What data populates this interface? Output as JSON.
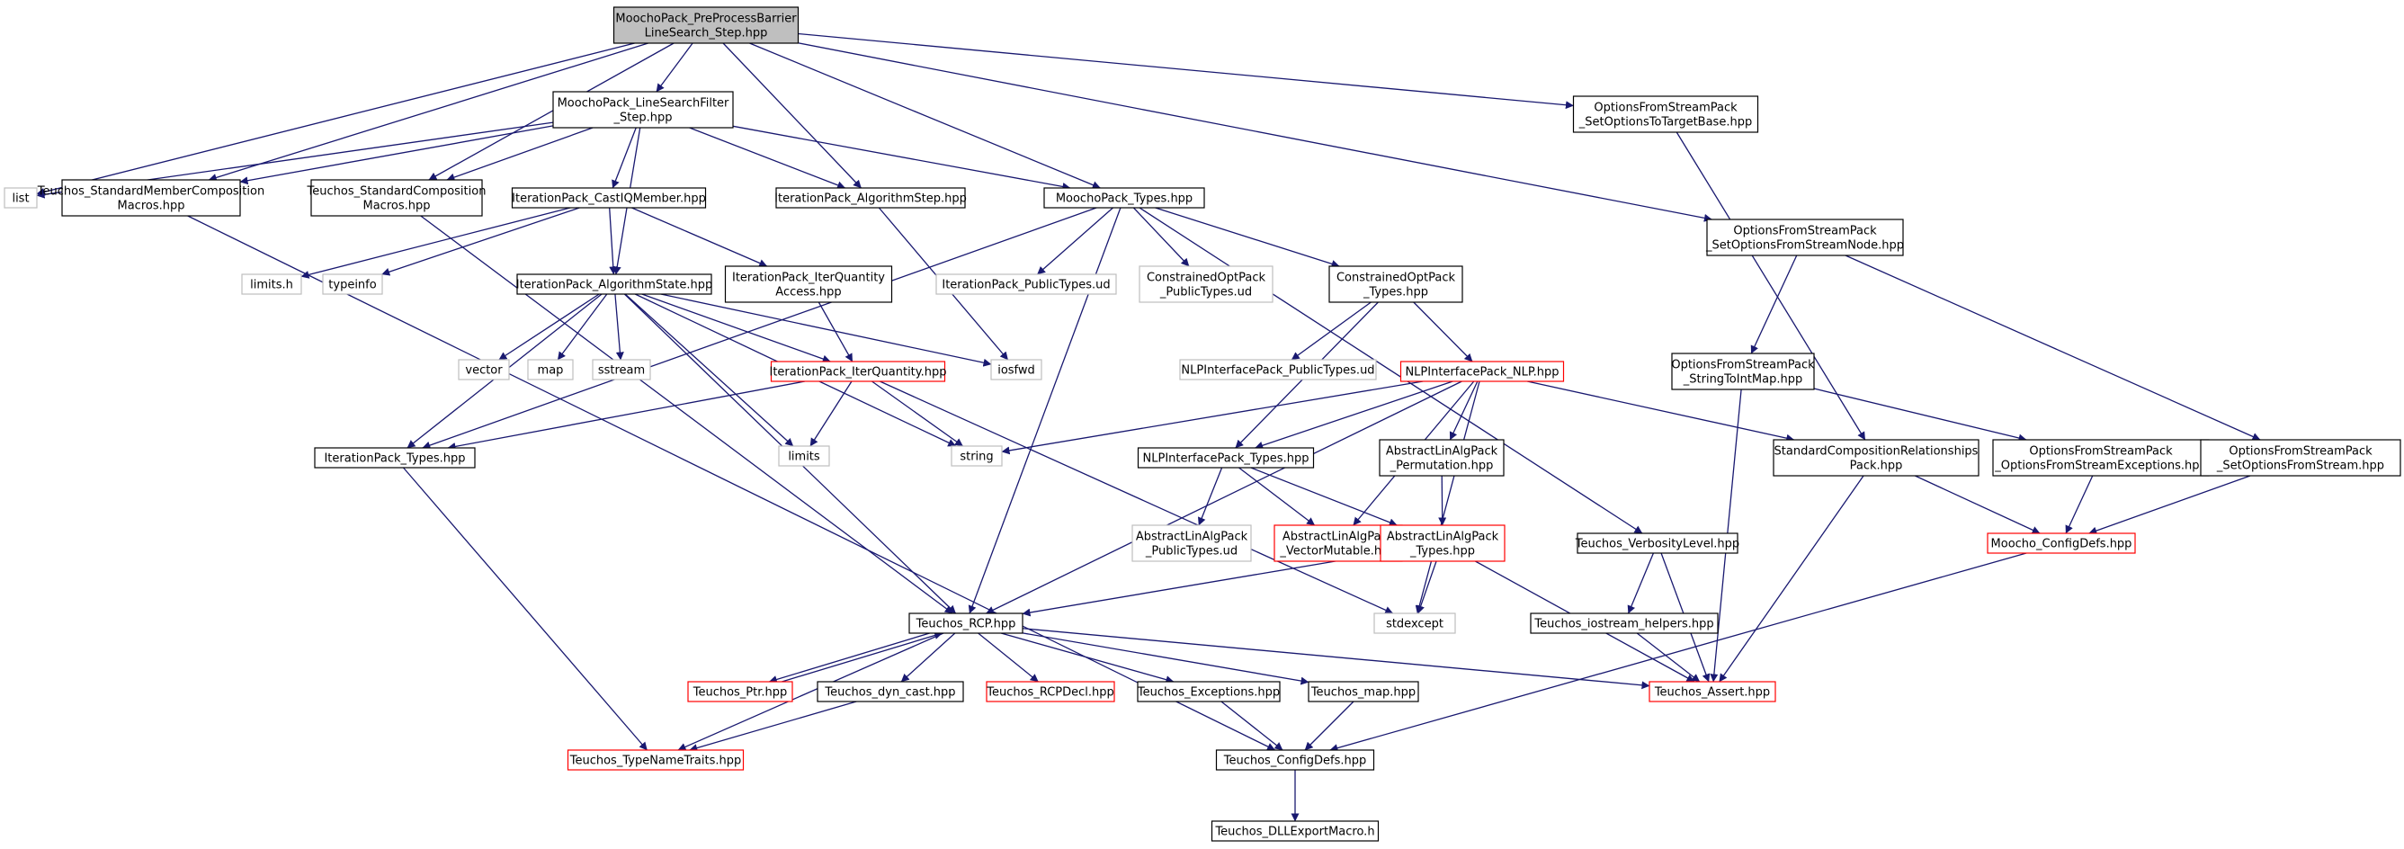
{
  "colors": {
    "edge": "#191970",
    "border_normal": "#000000",
    "border_missing": "#bfbfbf",
    "border_truncated": "#ff0000",
    "root_fill": "#bfbfbf",
    "node_fill": "#ffffff"
  },
  "diagram": {
    "nodes": [
      {
        "id": "root",
        "lines": [
          "MoochoPack_PreProcessBarrier",
          "LineSearch_Step.hpp"
        ],
        "kind": "root"
      },
      {
        "id": "lsf",
        "lines": [
          "MoochoPack_LineSearchFilter",
          "_Step.hpp"
        ],
        "kind": "normal"
      },
      {
        "id": "ofs_target",
        "lines": [
          "OptionsFromStreamPack",
          "_SetOptionsToTargetBase.hpp"
        ],
        "kind": "normal"
      },
      {
        "id": "list",
        "lines": [
          "list"
        ],
        "kind": "missing"
      },
      {
        "id": "tsmc",
        "lines": [
          "Teuchos_StandardMemberComposition",
          "Macros.hpp"
        ],
        "kind": "normal"
      },
      {
        "id": "tsc",
        "lines": [
          "Teuchos_StandardComposition",
          "Macros.hpp"
        ],
        "kind": "normal"
      },
      {
        "id": "ip_cast",
        "lines": [
          "IterationPack_CastIQMember.hpp"
        ],
        "kind": "normal"
      },
      {
        "id": "ip_algstep",
        "lines": [
          "IterationPack_AlgorithmStep.hpp"
        ],
        "kind": "normal"
      },
      {
        "id": "mp_types",
        "lines": [
          "MoochoPack_Types.hpp"
        ],
        "kind": "normal"
      },
      {
        "id": "ofs_node",
        "lines": [
          "OptionsFromStreamPack",
          "_SetOptionsFromStreamNode.hpp"
        ],
        "kind": "normal"
      },
      {
        "id": "limits_h",
        "lines": [
          "limits.h"
        ],
        "kind": "missing"
      },
      {
        "id": "typeinfo",
        "lines": [
          "typeinfo"
        ],
        "kind": "missing"
      },
      {
        "id": "ip_algstate",
        "lines": [
          "IterationPack_AlgorithmState.hpp"
        ],
        "kind": "normal"
      },
      {
        "id": "ip_iqaccess",
        "lines": [
          "IterationPack_IterQuantity",
          "Access.hpp"
        ],
        "kind": "normal"
      },
      {
        "id": "ip_pubtypes",
        "lines": [
          "IterationPack_PublicTypes.ud"
        ],
        "kind": "missing"
      },
      {
        "id": "cop_pubtypes",
        "lines": [
          "ConstrainedOptPack",
          "_PublicTypes.ud"
        ],
        "kind": "missing"
      },
      {
        "id": "cop_types",
        "lines": [
          "ConstrainedOptPack",
          "_Types.hpp"
        ],
        "kind": "normal"
      },
      {
        "id": "ofs_strtoint",
        "lines": [
          "OptionsFromStreamPack",
          "_StringToIntMap.hpp"
        ],
        "kind": "normal"
      },
      {
        "id": "vector",
        "lines": [
          "vector"
        ],
        "kind": "missing"
      },
      {
        "id": "map",
        "lines": [
          "map"
        ],
        "kind": "missing"
      },
      {
        "id": "sstream",
        "lines": [
          "sstream"
        ],
        "kind": "missing"
      },
      {
        "id": "ip_iq",
        "lines": [
          "IterationPack_IterQuantity.hpp"
        ],
        "kind": "truncated"
      },
      {
        "id": "iosfwd",
        "lines": [
          "iosfwd"
        ],
        "kind": "missing"
      },
      {
        "id": "nlp_pubtypes",
        "lines": [
          "NLPInterfacePack_PublicTypes.ud"
        ],
        "kind": "missing"
      },
      {
        "id": "nlp_nlp",
        "lines": [
          "NLPInterfacePack_NLP.hpp"
        ],
        "kind": "truncated"
      },
      {
        "id": "ip_types",
        "lines": [
          "IterationPack_Types.hpp"
        ],
        "kind": "normal"
      },
      {
        "id": "limits",
        "lines": [
          "limits"
        ],
        "kind": "missing"
      },
      {
        "id": "string",
        "lines": [
          "string"
        ],
        "kind": "missing"
      },
      {
        "id": "nlp_types",
        "lines": [
          "NLPInterfacePack_Types.hpp"
        ],
        "kind": "normal"
      },
      {
        "id": "ala_perm",
        "lines": [
          "AbstractLinAlgPack",
          "_Permutation.hpp"
        ],
        "kind": "normal"
      },
      {
        "id": "scr",
        "lines": [
          "StandardCompositionRelationships",
          "Pack.hpp"
        ],
        "kind": "normal"
      },
      {
        "id": "ofs_exc",
        "lines": [
          "OptionsFromStreamPack",
          "_OptionsFromStreamExceptions.hpp"
        ],
        "kind": "normal"
      },
      {
        "id": "ofs_stream",
        "lines": [
          "OptionsFromStreamPack",
          "_SetOptionsFromStream.hpp"
        ],
        "kind": "normal"
      },
      {
        "id": "ala_pubtypes",
        "lines": [
          "AbstractLinAlgPack",
          "_PublicTypes.ud"
        ],
        "kind": "missing"
      },
      {
        "id": "ala_vm",
        "lines": [
          "AbstractLinAlgPack",
          "_VectorMutable.hpp"
        ],
        "kind": "truncated"
      },
      {
        "id": "ala_types",
        "lines": [
          "AbstractLinAlgPack",
          "_Types.hpp"
        ],
        "kind": "truncated"
      },
      {
        "id": "verb",
        "lines": [
          "Teuchos_VerbosityLevel.hpp"
        ],
        "kind": "normal"
      },
      {
        "id": "mcd",
        "lines": [
          "Moocho_ConfigDefs.hpp"
        ],
        "kind": "truncated"
      },
      {
        "id": "rcp",
        "lines": [
          "Teuchos_RCP.hpp"
        ],
        "kind": "normal"
      },
      {
        "id": "stdexcept",
        "lines": [
          "stdexcept"
        ],
        "kind": "missing"
      },
      {
        "id": "ioh",
        "lines": [
          "Teuchos_iostream_helpers.hpp"
        ],
        "kind": "normal"
      },
      {
        "id": "ptr",
        "lines": [
          "Teuchos_Ptr.hpp"
        ],
        "kind": "truncated"
      },
      {
        "id": "dyncast",
        "lines": [
          "Teuchos_dyn_cast.hpp"
        ],
        "kind": "normal"
      },
      {
        "id": "rcpdecl",
        "lines": [
          "Teuchos_RCPDecl.hpp"
        ],
        "kind": "truncated"
      },
      {
        "id": "exc",
        "lines": [
          "Teuchos_Exceptions.hpp"
        ],
        "kind": "normal"
      },
      {
        "id": "tmap",
        "lines": [
          "Teuchos_map.hpp"
        ],
        "kind": "normal"
      },
      {
        "id": "assert",
        "lines": [
          "Teuchos_Assert.hpp"
        ],
        "kind": "truncated"
      },
      {
        "id": "tnt",
        "lines": [
          "Teuchos_TypeNameTraits.hpp"
        ],
        "kind": "truncated"
      },
      {
        "id": "tcd",
        "lines": [
          "Teuchos_ConfigDefs.hpp"
        ],
        "kind": "normal"
      },
      {
        "id": "dll",
        "lines": [
          "Teuchos_DLLExportMacro.h"
        ],
        "kind": "normal"
      }
    ],
    "edges": [
      [
        "root",
        "lsf"
      ],
      [
        "root",
        "list"
      ],
      [
        "root",
        "tsmc"
      ],
      [
        "root",
        "tsc"
      ],
      [
        "root",
        "ip_algstep"
      ],
      [
        "root",
        "mp_types"
      ],
      [
        "root",
        "ofs_target"
      ],
      [
        "root",
        "ofs_node"
      ],
      [
        "lsf",
        "list"
      ],
      [
        "lsf",
        "tsmc"
      ],
      [
        "lsf",
        "tsc"
      ],
      [
        "lsf",
        "ip_cast"
      ],
      [
        "lsf",
        "ip_algstep"
      ],
      [
        "lsf",
        "mp_types"
      ],
      [
        "lsf",
        "ip_algstate"
      ],
      [
        "ofs_target",
        "scr"
      ],
      [
        "tsmc",
        "tcd"
      ],
      [
        "tsc",
        "rcp"
      ],
      [
        "ip_cast",
        "limits_h"
      ],
      [
        "ip_cast",
        "typeinfo"
      ],
      [
        "ip_cast",
        "ip_algstate"
      ],
      [
        "ip_cast",
        "ip_iqaccess"
      ],
      [
        "ip_algstep",
        "iosfwd"
      ],
      [
        "mp_types",
        "ip_types"
      ],
      [
        "mp_types",
        "ip_pubtypes"
      ],
      [
        "mp_types",
        "cop_pubtypes"
      ],
      [
        "mp_types",
        "cop_types"
      ],
      [
        "mp_types",
        "rcp"
      ],
      [
        "mp_types",
        "verb"
      ],
      [
        "ofs_node",
        "ofs_strtoint"
      ],
      [
        "ofs_node",
        "ofs_stream"
      ],
      [
        "ip_algstate",
        "ip_types"
      ],
      [
        "ip_algstate",
        "vector"
      ],
      [
        "ip_algstate",
        "map"
      ],
      [
        "ip_algstate",
        "sstream"
      ],
      [
        "ip_algstate",
        "ip_iq"
      ],
      [
        "ip_algstate",
        "iosfwd"
      ],
      [
        "ip_algstate",
        "limits"
      ],
      [
        "ip_algstate",
        "string"
      ],
      [
        "ip_algstate",
        "rcp"
      ],
      [
        "ip_iqaccess",
        "ip_iq"
      ],
      [
        "cop_types",
        "nlp_pubtypes"
      ],
      [
        "cop_types",
        "nlp_nlp"
      ],
      [
        "cop_types",
        "nlp_types"
      ],
      [
        "ofs_strtoint",
        "ofs_exc"
      ],
      [
        "ofs_strtoint",
        "assert"
      ],
      [
        "ip_iq",
        "ip_types"
      ],
      [
        "ip_iq",
        "limits"
      ],
      [
        "ip_iq",
        "string"
      ],
      [
        "ip_iq",
        "stdexcept"
      ],
      [
        "nlp_nlp",
        "string"
      ],
      [
        "nlp_nlp",
        "nlp_types"
      ],
      [
        "nlp_nlp",
        "ala_vm"
      ],
      [
        "nlp_nlp",
        "ala_perm"
      ],
      [
        "nlp_nlp",
        "scr"
      ],
      [
        "nlp_nlp",
        "rcp"
      ],
      [
        "nlp_nlp",
        "stdexcept"
      ],
      [
        "ip_types",
        "tnt"
      ],
      [
        "nlp_types",
        "ala_pubtypes"
      ],
      [
        "nlp_types",
        "ala_vm"
      ],
      [
        "nlp_types",
        "ala_types"
      ],
      [
        "ala_perm",
        "ala_types"
      ],
      [
        "scr",
        "mcd"
      ],
      [
        "scr",
        "assert"
      ],
      [
        "ofs_exc",
        "mcd"
      ],
      [
        "ofs_stream",
        "mcd"
      ],
      [
        "ala_types",
        "rcp"
      ],
      [
        "ala_types",
        "stdexcept"
      ],
      [
        "ala_types",
        "assert"
      ],
      [
        "verb",
        "ioh"
      ],
      [
        "verb",
        "assert"
      ],
      [
        "mcd",
        "tcd"
      ],
      [
        "rcp",
        "tnt"
      ],
      [
        "rcp",
        "ptr"
      ],
      [
        "rcp",
        "dyncast"
      ],
      [
        "rcp",
        "rcpdecl"
      ],
      [
        "rcp",
        "exc"
      ],
      [
        "rcp",
        "tmap"
      ],
      [
        "rcp",
        "assert"
      ],
      [
        "ptr",
        "rcp"
      ],
      [
        "ioh",
        "assert"
      ],
      [
        "dyncast",
        "tnt"
      ],
      [
        "exc",
        "tcd"
      ],
      [
        "tmap",
        "tcd"
      ],
      [
        "tcd",
        "dll"
      ]
    ]
  }
}
